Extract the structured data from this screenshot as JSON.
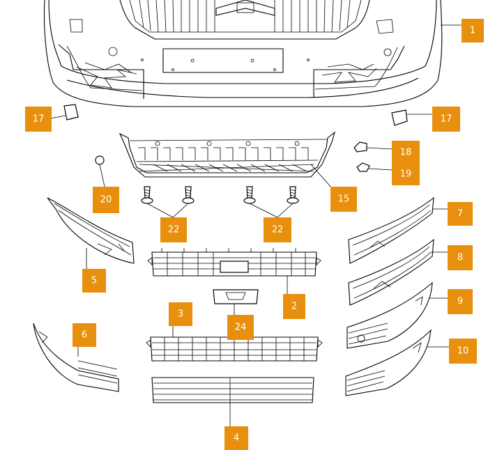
{
  "diagram": {
    "callouts": [
      {
        "id": "c1",
        "label": "1"
      },
      {
        "id": "c17a",
        "label": "17"
      },
      {
        "id": "c17b",
        "label": "17"
      },
      {
        "id": "c18",
        "label": "18"
      },
      {
        "id": "c19",
        "label": "19"
      },
      {
        "id": "c15",
        "label": "15"
      },
      {
        "id": "c20",
        "label": "20"
      },
      {
        "id": "c22a",
        "label": "22"
      },
      {
        "id": "c22b",
        "label": "22"
      },
      {
        "id": "c7",
        "label": "7"
      },
      {
        "id": "c8",
        "label": "8"
      },
      {
        "id": "c9",
        "label": "9"
      },
      {
        "id": "c10",
        "label": "10"
      },
      {
        "id": "c5",
        "label": "5"
      },
      {
        "id": "c2",
        "label": "2"
      },
      {
        "id": "c3",
        "label": "3"
      },
      {
        "id": "c24",
        "label": "24"
      },
      {
        "id": "c6",
        "label": "6"
      },
      {
        "id": "c4",
        "label": "4"
      }
    ],
    "colors": {
      "callout_fill": "#e8900d",
      "callout_text": "#ffffff",
      "line": "#000000"
    }
  }
}
